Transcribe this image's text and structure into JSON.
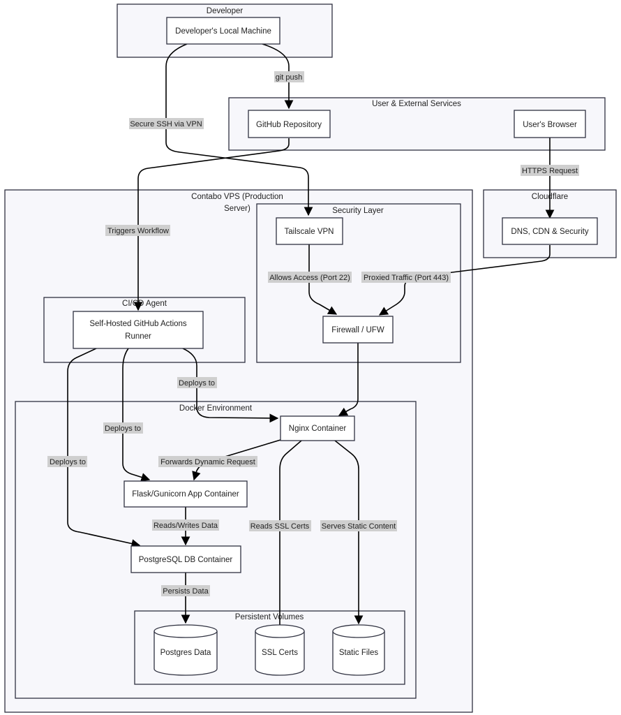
{
  "clusters": {
    "developer": "Developer",
    "user_external": "User & External Services",
    "contabo": [
      "Contabo VPS (Production",
      "Server)"
    ],
    "cloudflare": "Cloudflare",
    "security": "Security Layer",
    "cicd": "CI/CD Agent",
    "docker": "Docker Environment",
    "volumes": "Persistent Volumes"
  },
  "nodes": {
    "local_machine": "Developer's Local Machine",
    "github_repo": "GitHub Repository",
    "users_browser": "User's Browser",
    "tailscale": "Tailscale VPN",
    "dns_cdn": "DNS, CDN & Security",
    "runner": [
      "Self-Hosted GitHub Actions",
      "Runner"
    ],
    "firewall": "Firewall / UFW",
    "nginx": "Nginx Container",
    "flask": "Flask/Gunicorn App Container",
    "postgres": "PostgreSQL DB Container",
    "postgres_data": "Postgres Data",
    "ssl_certs": "SSL Certs",
    "static_files": "Static Files"
  },
  "edges": {
    "git_push": "git push",
    "secure_ssh": "Secure SSH via VPN",
    "https_request": "HTTPS Request",
    "triggers_workflow": "Triggers Workflow",
    "allows_access": "Allows Access (Port 22)",
    "proxied_traffic": "Proxied Traffic (Port 443)",
    "deploys_nginx": "Deploys to",
    "deploys_flask": "Deploys to",
    "deploys_postgres": "Deploys to",
    "forwards_dynamic": "Forwards Dynamic Request",
    "reads_writes": "Reads/Writes Data",
    "reads_ssl": "Reads SSL Certs",
    "serves_static": "Serves Static Content",
    "persists_data": "Persists Data"
  }
}
